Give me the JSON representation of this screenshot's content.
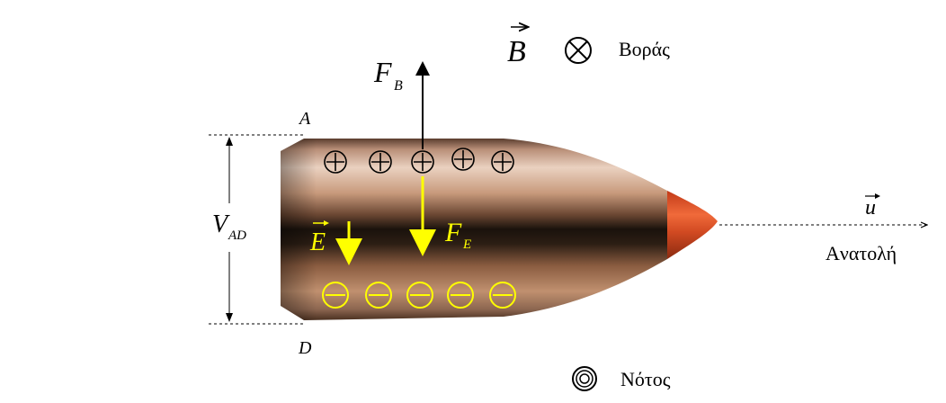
{
  "labels": {
    "b_vec": "B",
    "north": "Bοράς",
    "f_b_main": "F",
    "f_b_sub": "B",
    "point_a": "A",
    "point_d": "D",
    "v_main": "V",
    "v_sub": "AD",
    "e_vec": "E",
    "f_e_main": "F",
    "f_e_sub": "E",
    "u_vec": "u",
    "east": "Aνατολή",
    "south": "Νότος"
  },
  "charges": {
    "positive_count": 5,
    "negative_count": 5
  },
  "colors": {
    "yellow": "#ffff00",
    "tip": "#e8461e",
    "bullet_dark": "#1a120c",
    "bullet_light": "#d8b39a"
  }
}
